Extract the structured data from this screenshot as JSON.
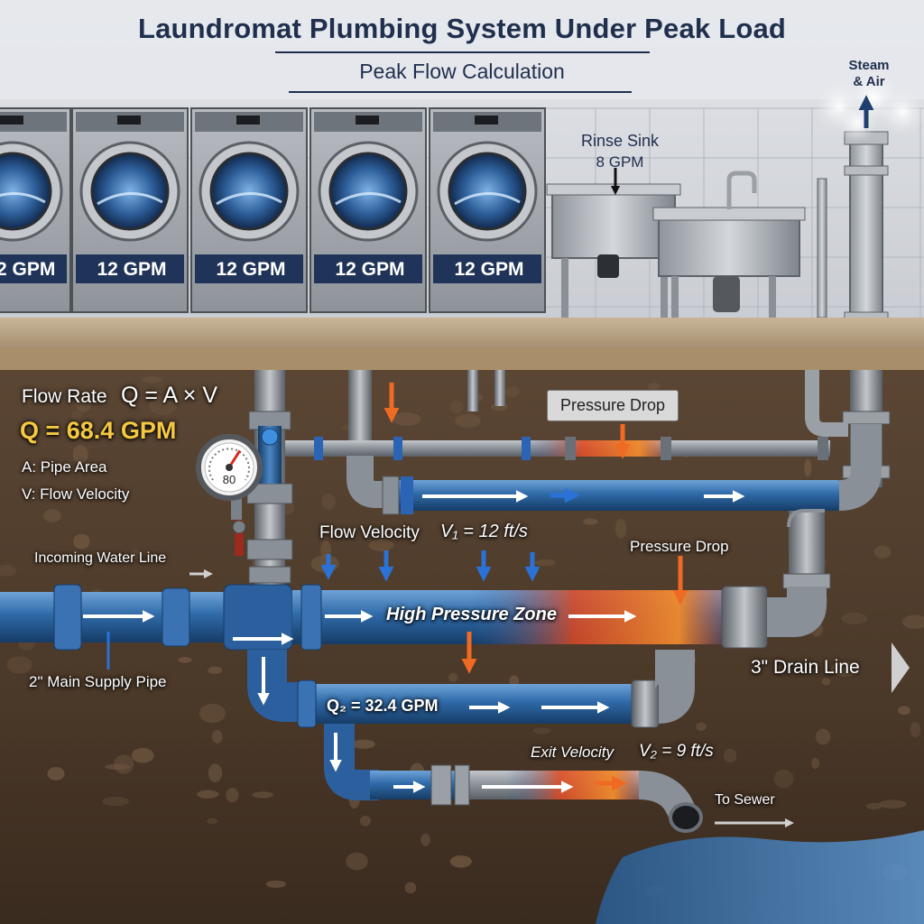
{
  "header": {
    "title": "Laundromat Plumbing System Under Peak Load",
    "subtitle": "Peak Flow Calculation"
  },
  "washers": [
    {
      "label": "2 GPM"
    },
    {
      "label": "12 GPM"
    },
    {
      "label": "12 GPM"
    },
    {
      "label": "12 GPM"
    },
    {
      "label": "12 GPM"
    }
  ],
  "rinse_sink": {
    "name": "Rinse Sink",
    "flow": "8 GPM"
  },
  "vent": {
    "line1": "Steam",
    "line2": "& Air"
  },
  "formula": {
    "prefix": "Flow Rate",
    "equation": "Q = A × V",
    "result": "Q = 68.4 GPM",
    "def_a": "A: Pipe Area",
    "def_v": "V: Flow Velocity"
  },
  "gauge": {
    "reading": "80",
    "needle_fraction": 0.62
  },
  "labels": {
    "pressure_drop_top": "Pressure Drop",
    "pressure_drop_mid": "Pressure Drop",
    "flow_velocity": "Flow Velocity",
    "flow_velocity_eq": "V₁ = 12 ft/s",
    "incoming": "Incoming Water Line",
    "high_pressure": "High Pressure Zone",
    "main_supply": "2\" Main Supply Pipe",
    "drain_line": "3\" Drain Line",
    "q2": "Q₂ = 32.4 GPM",
    "exit_velocity": "Exit Velocity",
    "exit_velocity_eq": "V₂ = 9 ft/s",
    "to_sewer": "To Sewer"
  },
  "colors": {
    "pipe_blue": "#2f6aa8",
    "pressure_red": "#e0481f",
    "title_navy": "#1f2f4d",
    "result_yellow": "#f5c842"
  }
}
